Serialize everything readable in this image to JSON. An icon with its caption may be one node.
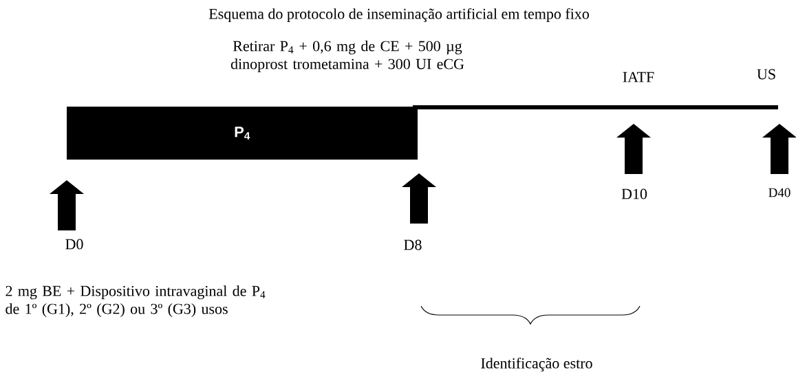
{
  "diagram": {
    "title": "Esquema do protocolo de inseminação artificial em tempo fixo",
    "nodes": [
      {
        "text": [
          "P$_{4}$"
        ]
      }
    ],
    "labels": [
      "Retirar P$_{4}$ + 0,6 mg de CE + 500 µg dinoprost trometamina + 300 UI eCG",
      "IATF",
      "US",
      "D0",
      "D8",
      "D10",
      "D40",
      "2 mg BE + Dispositivo intravaginal de P$_{4}$ de 1º (G1), 2º (G2) ou 3º (G3) usos",
      "Identificação estro"
    ]
  }
}
